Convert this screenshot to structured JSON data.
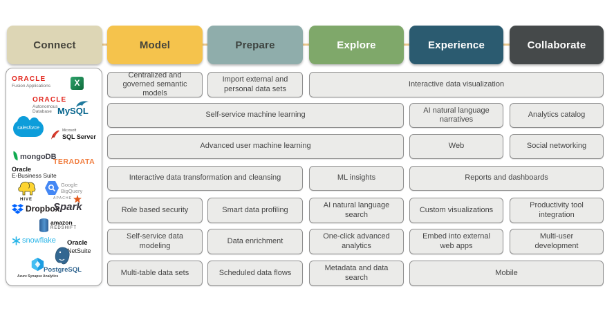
{
  "palette": {
    "connect_bg": "#ddd6b5",
    "model_bg": "#f5c34c",
    "prepare_bg": "#8fadab",
    "explore_bg": "#7fa86a",
    "experience_bg": "#2b5b70",
    "collaborate_bg": "#45494a",
    "connector_line": "#eac98e",
    "capability_bg": "#ebebe9",
    "capability_border": "#8e8e8e",
    "oracle_red": "#e2231a"
  },
  "stages": [
    {
      "id": "connect",
      "label": "Connect"
    },
    {
      "id": "model",
      "label": "Model"
    },
    {
      "id": "prepare",
      "label": "Prepare"
    },
    {
      "id": "explore",
      "label": "Explore"
    },
    {
      "id": "experience",
      "label": "Experience"
    },
    {
      "id": "collaborate",
      "label": "Collaborate"
    }
  ],
  "sources": [
    {
      "id": "oracle-fusion-applications",
      "brand": "ORACLE",
      "label": "Fusion Applications"
    },
    {
      "id": "microsoft-excel",
      "label": "X"
    },
    {
      "id": "oracle-autonomous-database",
      "brand": "ORACLE",
      "label": "Autonomous Database"
    },
    {
      "id": "mysql",
      "label": "MySQL"
    },
    {
      "id": "salesforce",
      "label": "salesforce"
    },
    {
      "id": "microsoft-sql-server",
      "brand": "Microsoft",
      "label": "SQL Server"
    },
    {
      "id": "mongodb",
      "label": "mongoDB"
    },
    {
      "id": "teradata",
      "label": "TERADATA"
    },
    {
      "id": "oracle-e-business-suite",
      "brand": "Oracle",
      "label": "E-Business Suite"
    },
    {
      "id": "google-bigquery",
      "brand": "Google",
      "label": "BigQuery"
    },
    {
      "id": "apache-hive",
      "label": "HIVE"
    },
    {
      "id": "dropbox",
      "label": "Dropbox"
    },
    {
      "id": "apache-spark",
      "brand": "APACHE",
      "label": "Spark"
    },
    {
      "id": "amazon-redshift",
      "brand": "amazon",
      "label": "REDSHIFT"
    },
    {
      "id": "snowflake",
      "label": "snowflake"
    },
    {
      "id": "oracle-netsuite",
      "brand": "Oracle",
      "label": "NetSuite"
    },
    {
      "id": "postgresql",
      "label": "PostgreSQL"
    },
    {
      "id": "azure-synapse-analytics",
      "label": "Azure Synapse Analytics"
    }
  ],
  "capabilities": [
    {
      "label": "Centralized and governed semantic models",
      "column": "Model"
    },
    {
      "label": "Import external and personal data sets",
      "column": "Prepare"
    },
    {
      "label": "Interactive data visualization",
      "column": "Explore-Collaborate"
    },
    {
      "label": "Self-service machine learning",
      "column": "Model-Explore"
    },
    {
      "label": "AI natural language narratives",
      "column": "Experience"
    },
    {
      "label": "Analytics catalog",
      "column": "Collaborate"
    },
    {
      "label": "Advanced user machine learning",
      "column": "Model-Explore"
    },
    {
      "label": "Web",
      "column": "Experience"
    },
    {
      "label": "Social networking",
      "column": "Collaborate"
    },
    {
      "label": "Interactive data transformation and cleansing",
      "column": "Model-Prepare"
    },
    {
      "label": "ML insights",
      "column": "Explore"
    },
    {
      "label": "Reports and dashboards",
      "column": "Experience-Collaborate"
    },
    {
      "label": "Role based security",
      "column": "Model"
    },
    {
      "label": "Smart data profiling",
      "column": "Prepare"
    },
    {
      "label": "AI natural language search",
      "column": "Explore"
    },
    {
      "label": "Custom visualizations",
      "column": "Experience"
    },
    {
      "label": "Productivity tool integration",
      "column": "Collaborate"
    },
    {
      "label": "Self-service data modeling",
      "column": "Model"
    },
    {
      "label": "Data enrichment",
      "column": "Prepare"
    },
    {
      "label": "One-click advanced analytics",
      "column": "Explore"
    },
    {
      "label": "Embed into external web apps",
      "column": "Experience"
    },
    {
      "label": "Multi-user development",
      "column": "Collaborate"
    },
    {
      "label": "Multi-table data sets",
      "column": "Model"
    },
    {
      "label": "Scheduled data flows",
      "column": "Prepare"
    },
    {
      "label": "Metadata and data search",
      "column": "Explore"
    },
    {
      "label": "Mobile",
      "column": "Experience-Collaborate"
    }
  ]
}
